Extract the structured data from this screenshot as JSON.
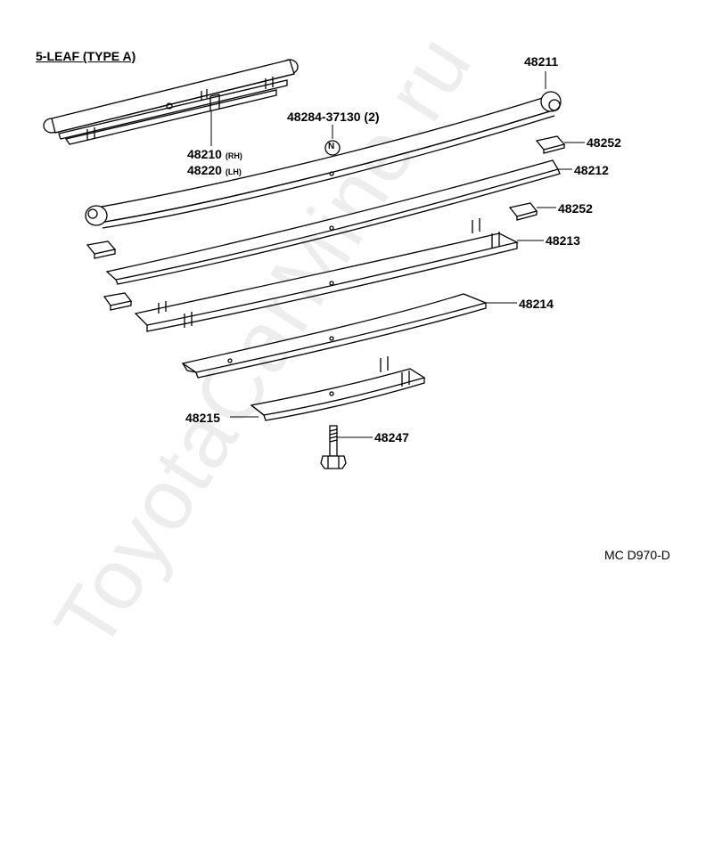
{
  "title": "5-LEAF (TYPE  A)",
  "watermark": "ToyotaCarMine.ru",
  "code": "MC  D970-D",
  "parts": {
    "assembly_rh": "48210",
    "assembly_rh_side": "(RH)",
    "assembly_lh": "48220",
    "assembly_lh_side": "(LH)",
    "nut_ref": "48284-37130 (2)",
    "nut_symbol": "N",
    "leaf_1": "48211",
    "leaf_2": "48212",
    "leaf_3": "48213",
    "leaf_4": "48214",
    "leaf_5": "48215",
    "insert_a": "48252",
    "insert_b": "48252",
    "center_bolt": "48247"
  }
}
